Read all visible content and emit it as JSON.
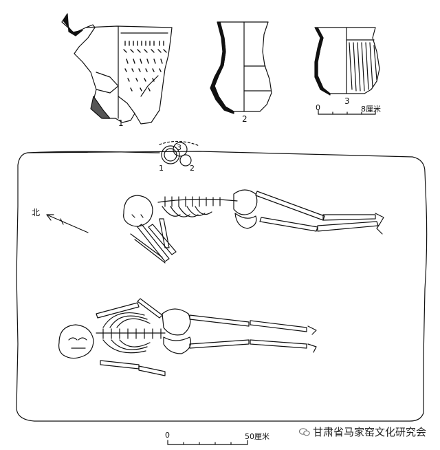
{
  "vessels": [
    {
      "label": "1"
    },
    {
      "label": "2"
    },
    {
      "label": "3"
    }
  ],
  "vessel_scale": {
    "start": "0",
    "end": "8厘米"
  },
  "grave_vessel_markers": [
    "1",
    "2",
    "3"
  ],
  "north_label": "北",
  "grave_scale": {
    "start": "0",
    "end": "50厘米"
  },
  "watermark": "甘肃省马家窑文化研究会"
}
